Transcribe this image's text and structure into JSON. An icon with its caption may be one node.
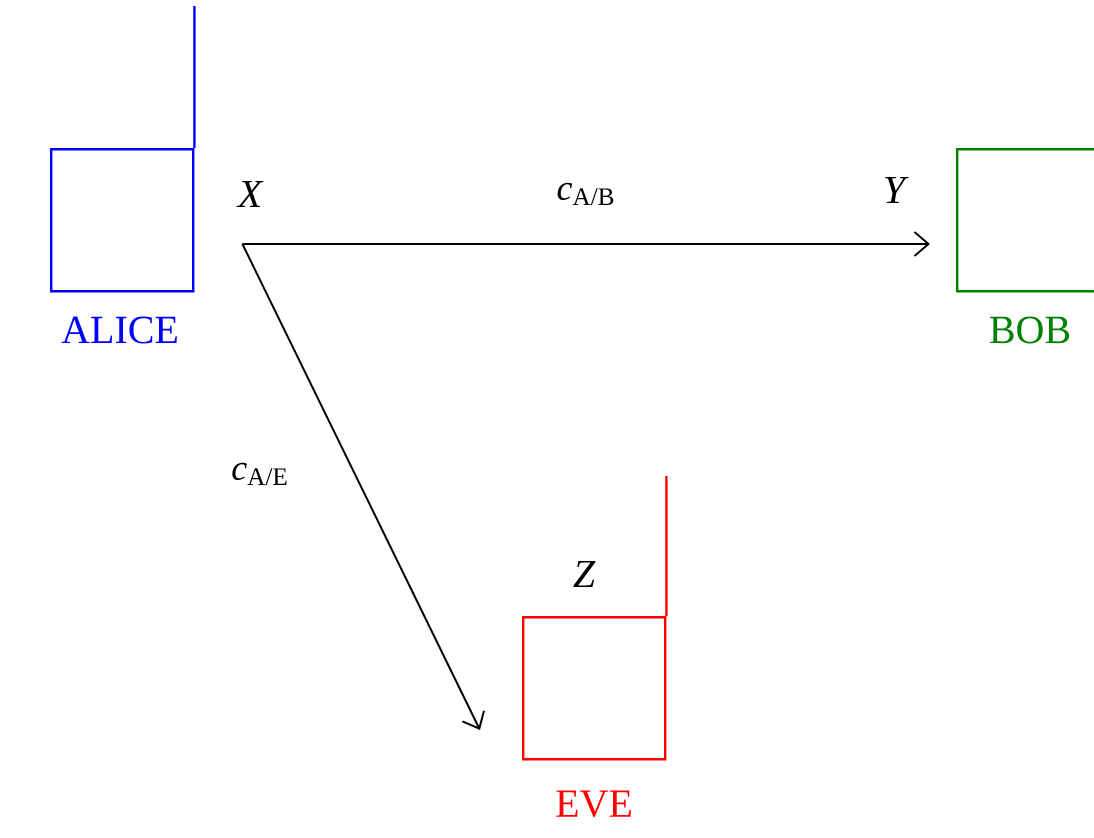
{
  "diagram": {
    "nodes": [
      {
        "text": [
          "ALICE"
        ],
        "beside": [
          "X"
        ]
      },
      {
        "text": [
          "BOB"
        ],
        "beside": [
          "Y"
        ]
      },
      {
        "text": [
          "EVE"
        ],
        "beside": [
          "Z"
        ]
      }
    ],
    "edges": [
      {
        "from": 0,
        "to": 1,
        "arrow": "to",
        "label": "*c*$_{A/B}$"
      },
      {
        "from": 0,
        "to": 2,
        "arrow": "to",
        "label": "*c*$_{A/E}$"
      }
    ]
  }
}
